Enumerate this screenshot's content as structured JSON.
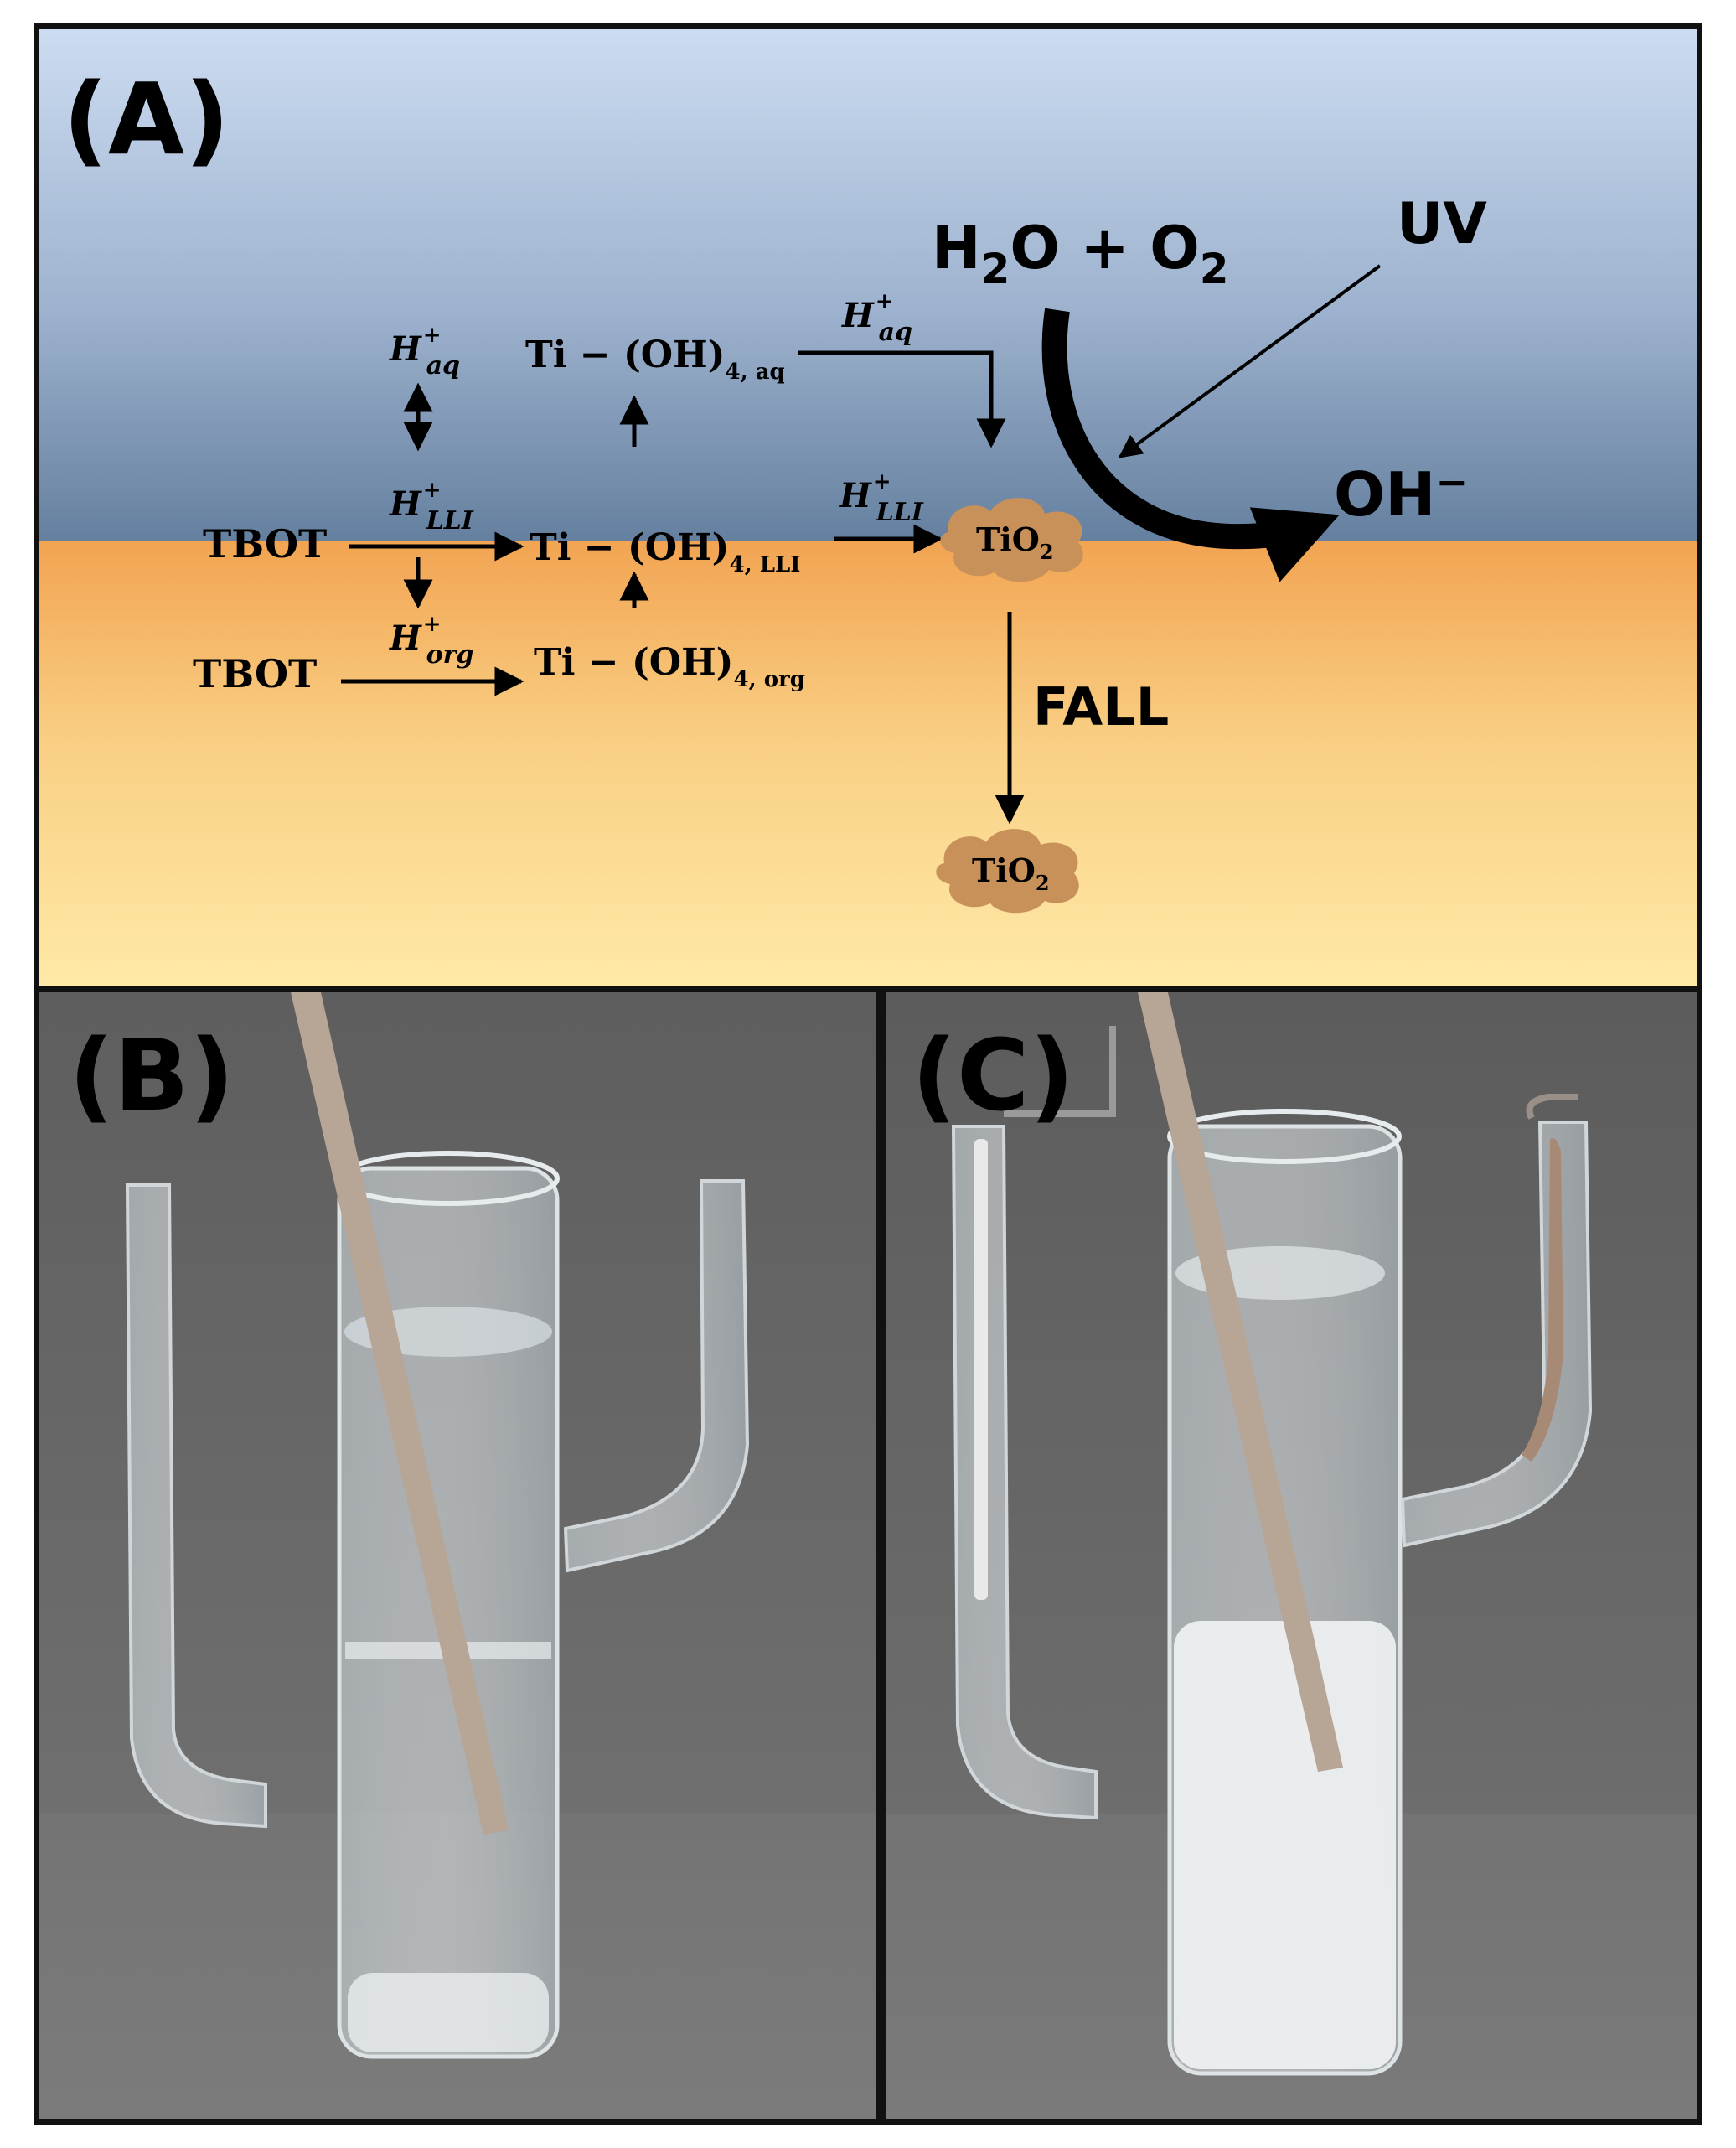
{
  "panels": {
    "a_label": "(A)",
    "b_label": "(B)",
    "c_label": "(C)"
  },
  "scheme": {
    "h_aq_top": "H",
    "h_aq_top_sup": "+",
    "h_aq_top_sub": "aq",
    "ti_aq_main": "Ti − (OH)",
    "ti_aq_sub": "4, aq",
    "h_aq_right": "H",
    "h_aq_right_sup": "+",
    "h_aq_right_sub": "aq",
    "h2o_o2_a": "H",
    "h2o_o2_b": "2",
    "h2o_o2_c": "O + O",
    "h2o_o2_d": "2",
    "uv": "UV",
    "tbot_interface": "TBOT",
    "h_lli": "H",
    "h_lli_sup": "+",
    "h_lli_sub": "LLI",
    "ti_lli_main": "Ti − (OH)",
    "ti_lli_sub": "4, LLI",
    "h_lli_right": "H",
    "h_lli_right_sup": "+",
    "h_lli_right_sub": "LLI",
    "tio2_top_main": "TiO",
    "tio2_top_sub": "2",
    "oh_minus_main": "OH",
    "oh_minus_sup": "−",
    "tbot_org": "TBOT",
    "h_org": "H",
    "h_org_sup": "+",
    "h_org_sub": "org",
    "ti_org_main": "Ti − (OH)",
    "ti_org_sub": "4, org",
    "fall": "FALL",
    "tio2_bottom_main": "TiO",
    "tio2_bottom_sub": "2"
  },
  "colors": {
    "aqueous_top": "#c9d9ef",
    "aqueous_bottom": "#6b82a3",
    "organic_top": "#f3a653",
    "organic_bottom": "#fde7a2",
    "tio2_particle": "#c8915a",
    "photo_background": "#6b6b6b"
  }
}
